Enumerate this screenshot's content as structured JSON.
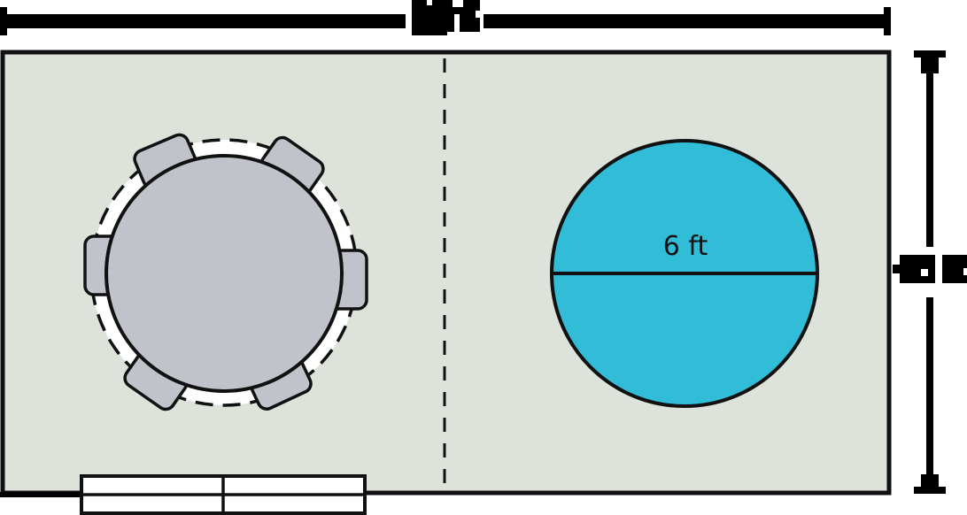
{
  "diagram": {
    "type": "floor-plan",
    "room": {
      "fill": "#dde3db",
      "stroke": "#111111",
      "width_label": "?? ft",
      "height_label": "?? ft",
      "width_label_redacted": true,
      "height_label_redacted": true
    },
    "divider": {
      "style": "dashed",
      "orientation": "vertical"
    },
    "table_area": {
      "table": {
        "shape": "circle",
        "fill": "#c0c3ca"
      },
      "chairs": {
        "count": 6,
        "fill": "#c0c3ca"
      },
      "clearance": {
        "shape": "dashed-circle",
        "fill": "#ffffff"
      }
    },
    "rug": {
      "shape": "circle",
      "fill": "#31bcd8",
      "diameter_label": "6 ft"
    },
    "bottom_feature": {
      "shape": "rectangle",
      "cells": 4,
      "fill": "#ffffff"
    }
  }
}
